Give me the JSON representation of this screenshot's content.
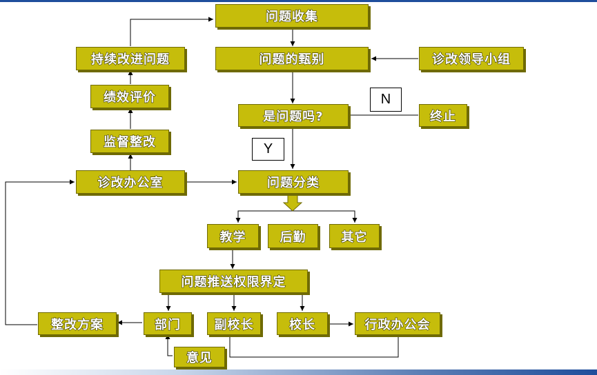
{
  "nodes": {
    "collect": "问题收集",
    "identify": "问题的甄别",
    "leading_group": "诊改领导小组",
    "is_problem": "是问题吗?",
    "terminate": "终止",
    "classify": "问题分类",
    "office": "诊改办公室",
    "supervise": "监督整改",
    "evaluate": "绩效评价",
    "improve": "持续改进问题",
    "teaching": "教学",
    "logistics": "后勤",
    "other": "其它",
    "push_define": "问题推送权限界定",
    "department": "部门",
    "vice_principal": "副校长",
    "principal": "校长",
    "admin_meeting": "行政办公会",
    "rectify_plan": "整改方案",
    "opinion": "意见"
  },
  "labels": {
    "no": "N",
    "yes": "Y"
  },
  "colors": {
    "box_fill": "#c6bd0b",
    "box_border": "#6f6a04",
    "accent": "#1f4e9c"
  }
}
